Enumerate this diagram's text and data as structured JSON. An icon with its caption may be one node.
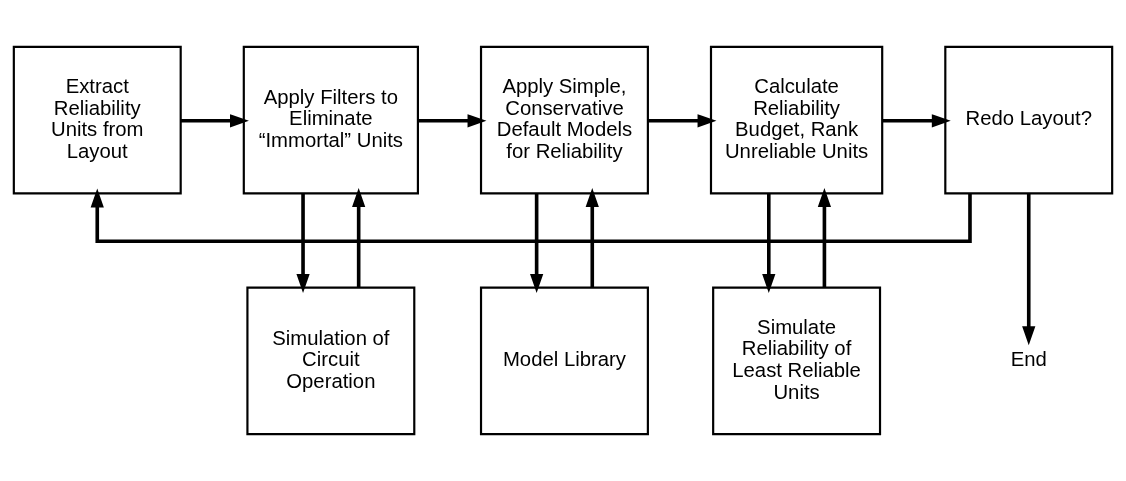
{
  "diagram": {
    "nodes": [
      {
        "text": [
          "Extract Reliability Units from Layout"
        ]
      },
      {
        "text": [
          "Apply Filters to Eliminate “Immortal” Units"
        ]
      },
      {
        "text": [
          "Apply Simple, Conservative Default Models for Reliability"
        ]
      },
      {
        "text": [
          "Calculate Reliability Budget, Rank Unreliable Units"
        ]
      },
      {
        "text": [
          "Redo Layout?"
        ]
      },
      {
        "text": [
          "Simulation of Circuit Operation"
        ]
      },
      {
        "text": [
          "Model Library"
        ]
      },
      {
        "text": [
          "Simulate Reliability of Least Reliable Units"
        ]
      },
      {
        "text": [
          "End"
        ]
      }
    ],
    "edges": [
      {
        "from": 0,
        "to": 1,
        "arrow": "to"
      },
      {
        "from": 1,
        "to": 2,
        "arrow": "to"
      },
      {
        "from": 2,
        "to": 3,
        "arrow": "to"
      },
      {
        "from": 3,
        "to": 4,
        "arrow": "to"
      },
      {
        "from": 4,
        "to": 0,
        "arrow": "to"
      },
      {
        "from": 5,
        "to": 1,
        "arrow": "to"
      },
      {
        "from": 1,
        "to": 5,
        "arrow": "to"
      },
      {
        "from": 6,
        "to": 2,
        "arrow": "to"
      },
      {
        "from": 2,
        "to": 6,
        "arrow": "to"
      },
      {
        "from": 7,
        "to": 3,
        "arrow": "to"
      },
      {
        "from": 3,
        "to": 7,
        "arrow": "to"
      },
      {
        "from": 4,
        "to": 8,
        "arrow": "to"
      }
    ]
  }
}
